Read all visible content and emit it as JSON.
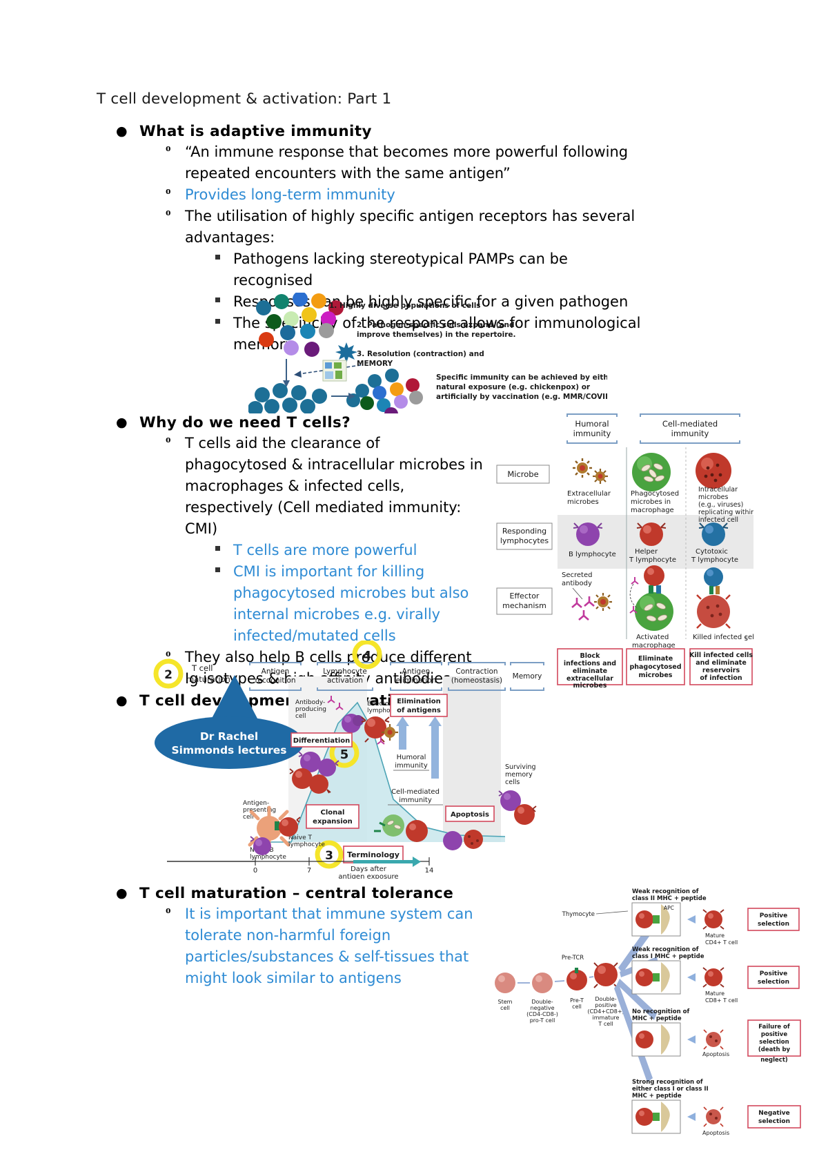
{
  "document": {
    "title": "T cell development & activation: Part 1"
  },
  "outline": [
    {
      "level": 1,
      "text": "What is adaptive immunity",
      "children": [
        {
          "level": 2,
          "text": "“An immune response that becomes more powerful following repeated encounters with the same antigen”",
          "color": "black"
        },
        {
          "level": 2,
          "text": "Provides long-term immunity",
          "color": "blue"
        },
        {
          "level": 2,
          "text": "The utilisation of highly specific antigen receptors has several advantages:",
          "color": "black",
          "children": [
            {
              "level": 3,
              "text": "Pathogens lacking stereotypical PAMPs can be recognised",
              "color": "black"
            },
            {
              "level": 3,
              "text": "Responses can be highly specific for a given pathogen",
              "color": "black"
            },
            {
              "level": 3,
              "text": "The specificity of the response allows for immunological memory",
              "color": "black"
            }
          ]
        }
      ]
    },
    {
      "level": 1,
      "text": "Why do we need T cells?",
      "children": [
        {
          "level": 2,
          "text": "T cells aid the clearance of phagocytosed & intracellular microbes in macrophages & infected cells, respectively (Cell mediated immunity: CMI)",
          "color": "black",
          "children": [
            {
              "level": 3,
              "text": "T cells are more powerful",
              "color": "blue"
            },
            {
              "level": 3,
              "text": "CMI is important for killing phagocytosed microbes but also internal microbes e.g. virally infected/mutated cells",
              "color": "blue"
            }
          ]
        },
        {
          "level": 2,
          "text": "They also help B cells produce different Ig isotypes & high affinity antibodies",
          "color": "black"
        }
      ]
    },
    {
      "level": 1,
      "text": "T cell development & activation",
      "children": []
    },
    {
      "level": 1,
      "text": "T cell maturation – central tolerance",
      "children": [
        {
          "level": 2,
          "text": "It is important that immune system can tolerate non-harmful foreign particles/substances & self-tissues that might look similar to antigens",
          "color": "blue"
        }
      ]
    }
  ],
  "figure_repertoire": {
    "name": "adaptive-repertoire-diagram",
    "steps": [
      "1. Highly diverse populations of cells",
      "2. Pathogen-specific cells expand (and improve themselves) in the repertoire.",
      "3. Resolution (contraction) and MEMORY"
    ],
    "caption_part1": "Specific immunity can be achieved by either",
    "caption_part2": "natural exposure (e.g. chickenpox) or",
    "caption_part3_pre": "artificially by ",
    "caption_part3_bold": "vaccination",
    "caption_part3_post": " (e.g. MMR/COVID)"
  },
  "figure_humoral": {
    "name": "humoral-vs-cell-mediated-diagram",
    "column_headers": [
      "Humoral immunity",
      "Cell-mediated immunity"
    ],
    "row_labels": [
      "Microbe",
      "Responding lymphocytes",
      "Effector mechanism"
    ],
    "microbes": [
      "Extracellular microbes",
      "Phagocytosed microbes in macrophage",
      "Intracellular microbes (e.g., viruses) replicating within infected cell"
    ],
    "lymphocytes": [
      "B lymphocyte",
      "Helper T lymphocyte",
      "Cytotoxic T lymphocyte"
    ],
    "effectors": [
      "Secreted antibody",
      "Activated macrophage",
      "Killed infected cell"
    ],
    "outcomes": [
      "Block infections and eliminate extracellular microbes",
      "Eliminate phagocytosed microbes",
      "Kill infected cells and eliminate reservoirs of infection"
    ]
  },
  "figure_tcell_response": {
    "name": "t-cell-response-timeline-diagram",
    "phase_headers": [
      "Antigen recognition",
      "Lymphocyte activation",
      "Antigen elimination",
      "Contraction (homeostasis)",
      "Memory"
    ],
    "annotations": [
      {
        "number": "2",
        "label": "T cell maturation"
      },
      {
        "number": "4",
        "label": ""
      },
      {
        "number": "5",
        "label": ""
      },
      {
        "number": "3",
        "label": "Terminology"
      }
    ],
    "callout": "Dr Rachel Simmonds lectures",
    "cell_labels": [
      "Antibody-producing cell",
      "Effector T lymphocyte",
      "Antigen-presenting cell",
      "Naive T lymphocyte",
      "Naive B lymphocyte",
      "Surviving memory cells"
    ],
    "process_boxes": [
      "Differentiation",
      "Clonal expansion",
      "Elimination of antigens",
      "Apoptosis"
    ],
    "immunity_labels": [
      "Humoral immunity",
      "Cell-mediated immunity"
    ],
    "axis_label": "Days after antigen exposure",
    "axis_ticks": [
      "0",
      "7",
      "14"
    ]
  },
  "figure_thymocyte": {
    "name": "thymocyte-selection-diagram",
    "stage_labels": [
      "Stem cell",
      "Double-negative (CD4-CD8-) pro-T cell",
      "Pre-T cell",
      "Double-positive (CD4+CD8+) immature T cell"
    ],
    "pre_tcr": "Pre-TCR",
    "thymocyte": "Thymocyte",
    "apc": "APC",
    "branches": [
      {
        "condition": "Weak recognition of class II MHC + peptide",
        "result": "Mature CD4+ T cell",
        "outcome": "Positive selection"
      },
      {
        "condition": "Weak recognition of class I MHC + peptide",
        "result": "Mature CD8+ T cell",
        "outcome": "Positive selection"
      },
      {
        "condition": "No recognition of MHC + peptide",
        "result": "Apoptosis",
        "outcome": "Failure of positive selection (death by neglect)"
      },
      {
        "condition": "Strong recognition of either class I or class II MHC + peptide",
        "result": "Apoptosis",
        "outcome": "Negative selection"
      }
    ]
  },
  "colors": {
    "blue_text": "#2e8bd4",
    "callout_blue": "#1f6aa5",
    "highlight_yellow": "#f5e52a",
    "red_box": "#d2475c"
  }
}
